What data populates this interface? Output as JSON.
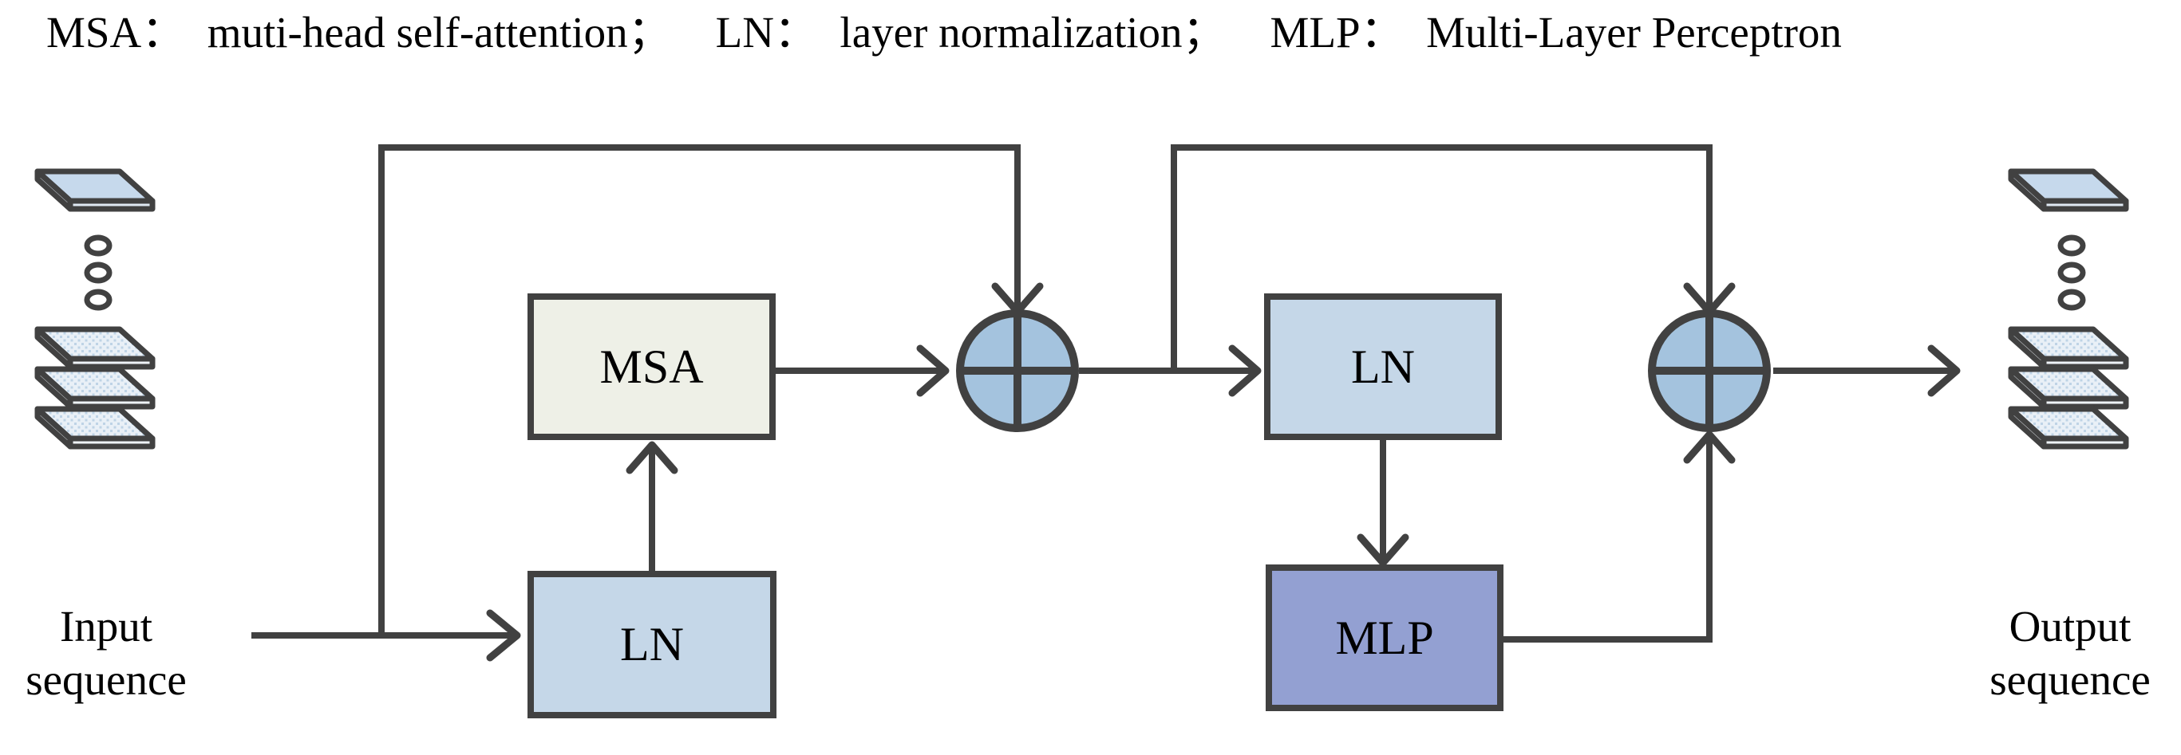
{
  "legend": {
    "text": "MSA：  muti-head self-attention；    LN：  layer normalization；    MLP：  Multi-Layer Perceptron"
  },
  "blocks": {
    "msa": "MSA",
    "ln_top": "LN",
    "ln_right": "LN",
    "mlp": "MLP"
  },
  "labels": {
    "input": [
      "Input",
      "sequence"
    ],
    "output": [
      "Output",
      "sequence"
    ]
  },
  "icons": {
    "add_node": "circle-plus-add",
    "token_slab": "3d-token-slab",
    "token_slab_textured": "3d-token-slab-dotted",
    "ellipsis": "vertical-ellipsis-dots",
    "arrow": "open-chevron-arrow"
  },
  "colors": {
    "line": "#414141",
    "msa_fill": "#eef0e7",
    "ln_fill": "#c5d7e8",
    "mlp_fill": "#93a0d2",
    "add_fill": "#a4c3de",
    "slab_fill": "#c6d9ec",
    "slab_texture": "#bed3e6",
    "background": "#ffffff",
    "text": "#000000"
  }
}
